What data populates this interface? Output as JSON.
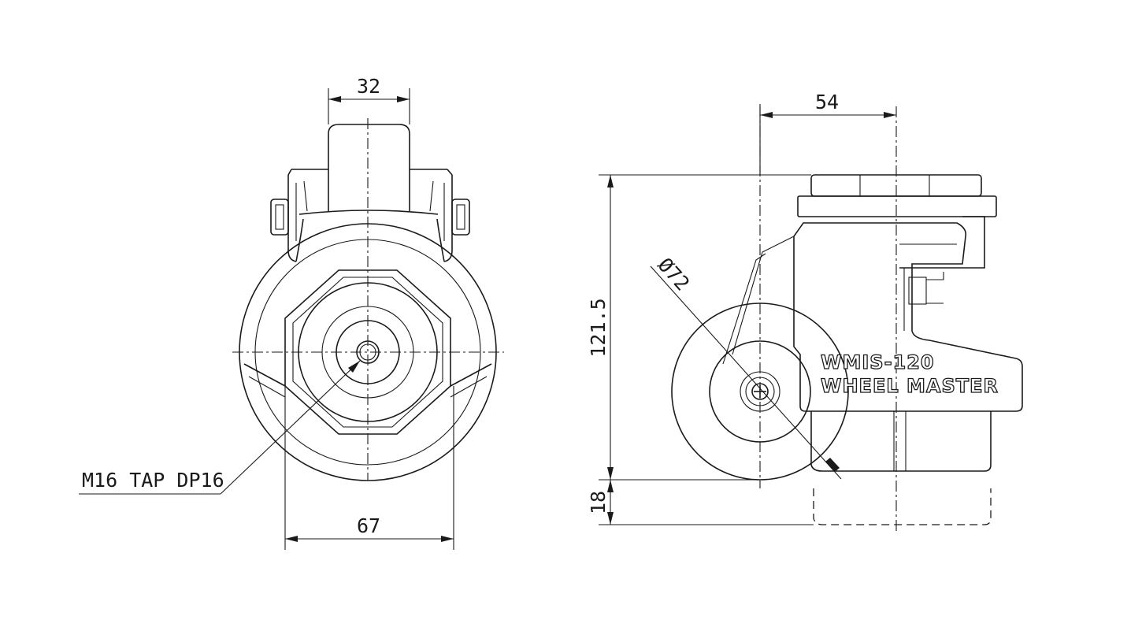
{
  "dimensions": {
    "front_width_top": "32",
    "front_width_bottom": "67",
    "tap_callout": "M16 TAP DP16",
    "side_offset": "54",
    "side_height": "121.5",
    "side_stroke": "18",
    "wheel_diameter": "Ø72"
  },
  "branding": {
    "model": "WMIS-120",
    "maker": "WHEEL MASTER"
  }
}
